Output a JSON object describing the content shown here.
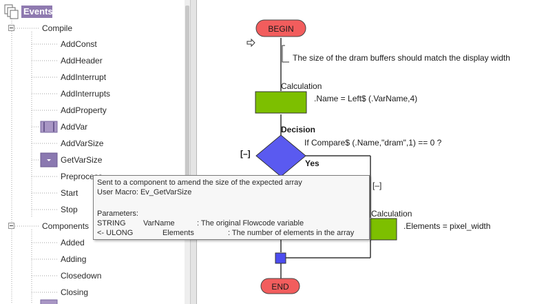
{
  "tree": {
    "root_label": "Events",
    "groups": [
      {
        "label": "Compile",
        "items": [
          "AddConst",
          "AddHeader",
          "AddInterrupt",
          "AddInterrupts",
          "AddProperty",
          "AddVar",
          "AddVarSize",
          "GetVarSize",
          "Preprocess",
          "Start",
          "Stop"
        ]
      },
      {
        "label": "Components",
        "items": [
          "Added",
          "Adding",
          "Closedown",
          "Closing"
        ]
      }
    ]
  },
  "tooltip": {
    "description": "Sent to a component to amend the size of the expected array",
    "macro": "User Macro: Ev_GetVarSize",
    "params_heading": "Parameters:",
    "params": [
      {
        "type": "STRING",
        "name": "VarName",
        "desc": ": The original Flowcode variable"
      },
      {
        "type": "<- ULONG",
        "name": "Elements",
        "desc": ": The number of elements in the array"
      }
    ]
  },
  "flowchart": {
    "begin_label": "BEGIN",
    "end_label": "END",
    "comment": "The size of the dram buffers should match the display width",
    "calc1": {
      "title": "Calculation",
      "expr": ".Name = Left$ (.VarName,4)"
    },
    "decision": {
      "title": "Decision",
      "condition": "If  Compare$ (.Name,\"dram\",1) == 0 ?",
      "yes_label": "Yes",
      "collapse_left": "[–]",
      "collapse_right": "[–]"
    },
    "calc2": {
      "title": "Calculation",
      "expr": ".Elements = pixel_width"
    }
  },
  "colors": {
    "terminal": "#f25d5d",
    "calc": "#7dbf00",
    "decision": "#5a5af0",
    "connector": "#4c4cf0",
    "events_header": "#8f7ab0"
  }
}
